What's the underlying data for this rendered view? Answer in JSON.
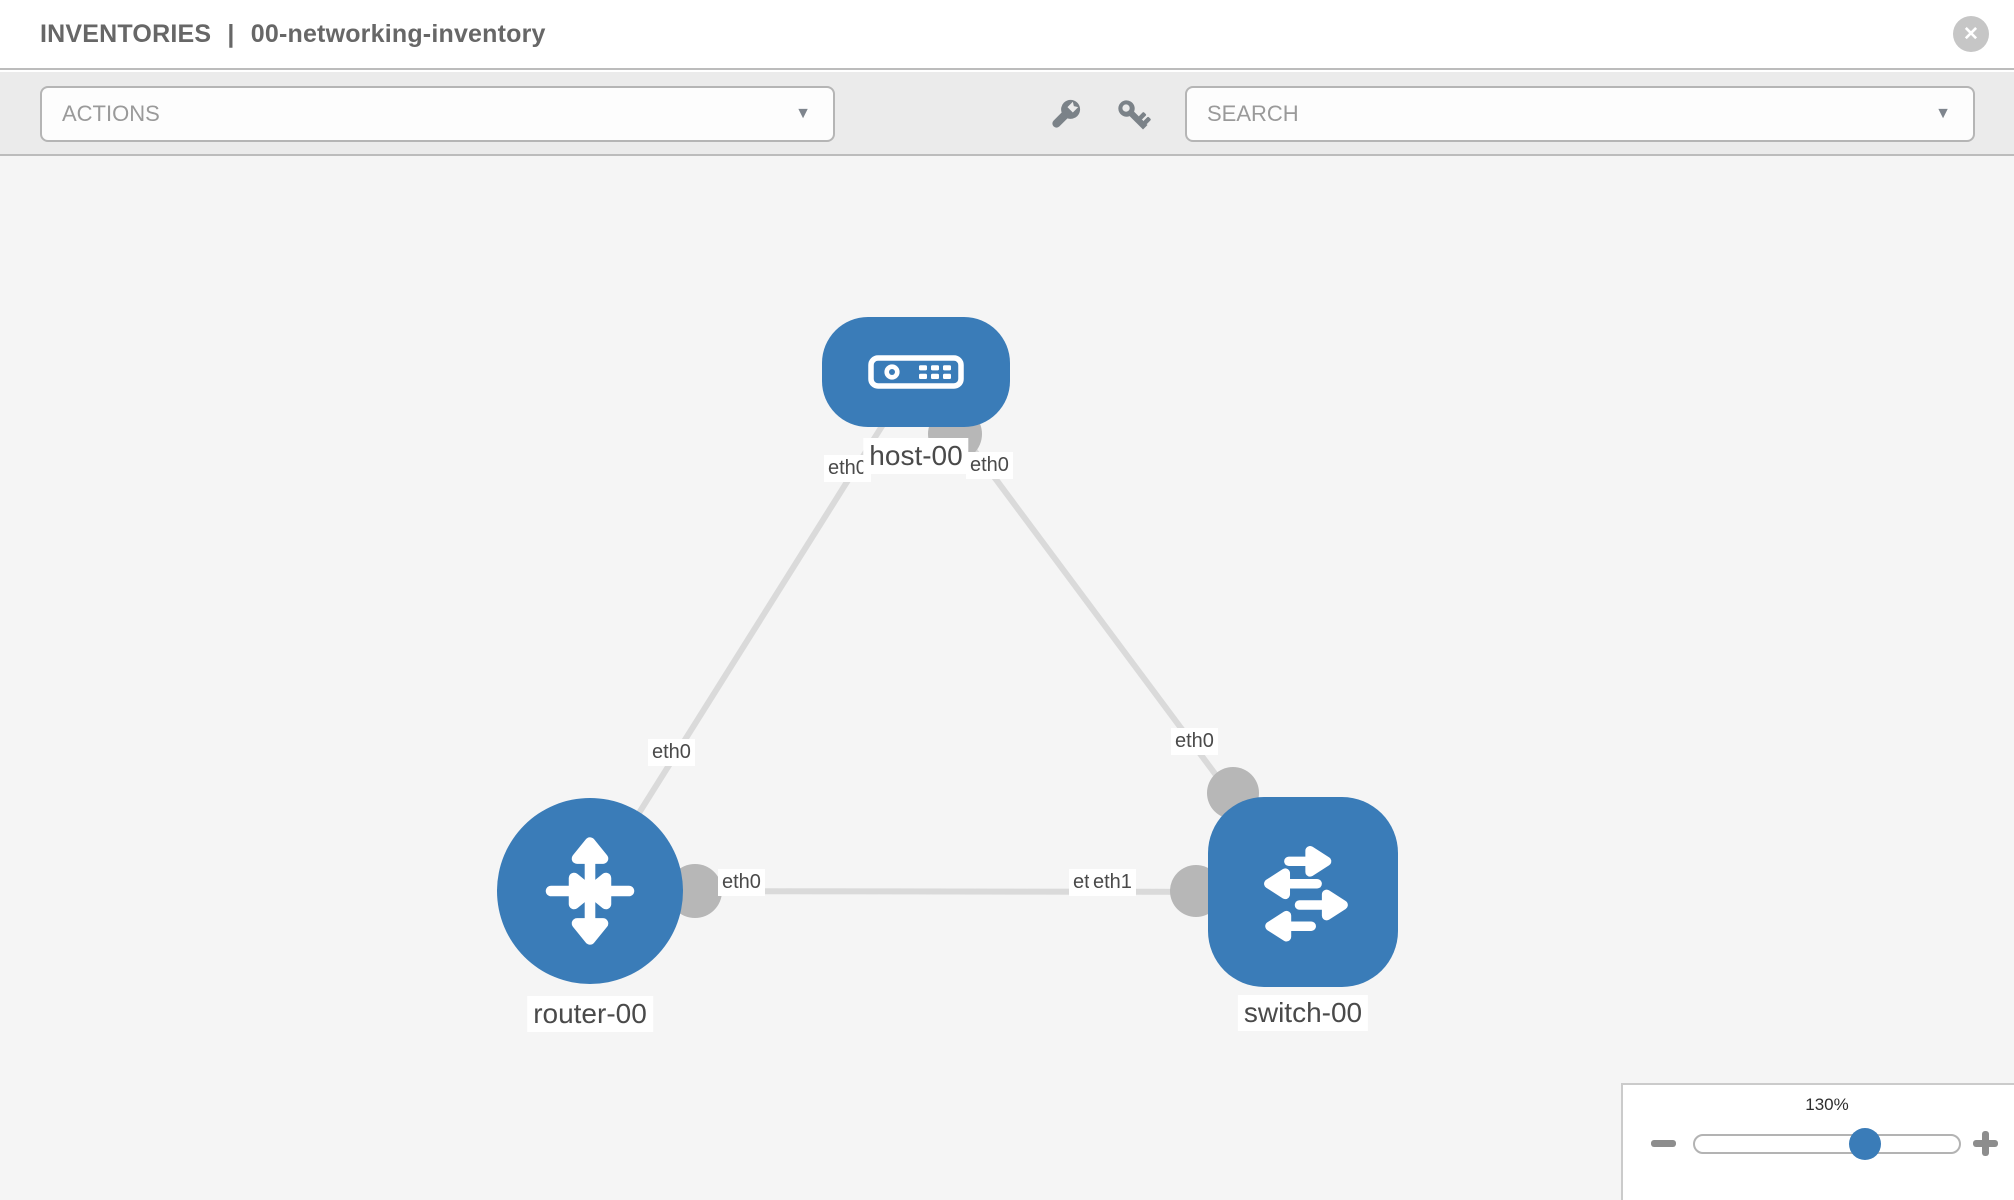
{
  "header": {
    "section": "INVENTORIES",
    "separator": "|",
    "inventory_name": "00-networking-inventory"
  },
  "toolbar": {
    "actions_label": "ACTIONS",
    "search_label": "SEARCH"
  },
  "icons": {
    "close": "✕",
    "caret": "▼",
    "wrench": "wrench-icon",
    "key": "key-icon",
    "minus": "minus-icon",
    "plus": "plus-icon"
  },
  "colors": {
    "node_blue": "#3a7cb8",
    "link_gray": "#dadada",
    "interface_gray": "#b7b7b7",
    "canvas_bg": "#f5f5f5",
    "toolbar_bg": "#ebebeb"
  },
  "topology": {
    "nodes": [
      {
        "id": "host-00",
        "type": "host",
        "label": "host-00"
      },
      {
        "id": "router-00",
        "type": "router",
        "label": "router-00"
      },
      {
        "id": "switch-00",
        "type": "switch",
        "label": "switch-00"
      }
    ],
    "links": [
      {
        "from": "host-00",
        "to": "router-00"
      },
      {
        "from": "host-00",
        "to": "switch-00"
      },
      {
        "from": "router-00",
        "to": "switch-00"
      }
    ],
    "iface_labels": {
      "host_left": "eth0",
      "host_right": "eth0",
      "router_host_link": "eth0",
      "switch_host_link": "eth0",
      "router_switch_link_router_end": "eth0",
      "router_switch_link_switch_end_under": "eth1",
      "router_switch_link_switch_end": "eth1"
    }
  },
  "zoom_control": {
    "percent": "130%"
  }
}
